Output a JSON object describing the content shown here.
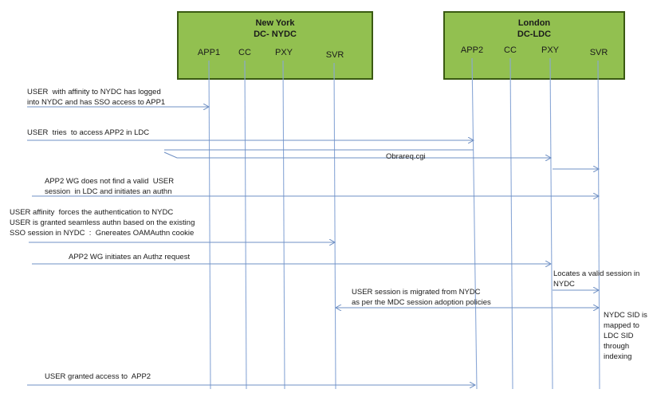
{
  "datacenters": [
    {
      "city": "New York",
      "code": "DC- NYDC",
      "columns": [
        "APP1",
        "CC",
        "PXY",
        "SVR"
      ]
    },
    {
      "city": "London",
      "code": "DC-LDC",
      "columns": [
        "APP2",
        "CC",
        "PXY",
        "SVR"
      ]
    }
  ],
  "messages": {
    "m1": "USER  with affinity to NYDC has logged\ninto NYDC and has SSO access to APP1",
    "m2": "USER  tries  to access APP2 in LDC",
    "m3": "Obrareq.cgi",
    "m4": "APP2 WG does not find a valid  USER\nsession  in LDC and initiates an authn",
    "m5": "USER affinity  forces the authentication to NYDC\nUSER is granted seamless authn based on the existing\nSSO session in NYDC  :  Gnereates OAMAuthn cookie",
    "m6": "APP2 WG initiates an Authz request",
    "m7": "Locates a valid session in\nNYDC",
    "m8": "USER session is migrated from NYDC\nas per the MDC session adoption policies",
    "m9": "NYDC SID is\nmapped to\nLDC SID\nthrough\nindexing",
    "m10": "USER granted access to  APP2"
  }
}
